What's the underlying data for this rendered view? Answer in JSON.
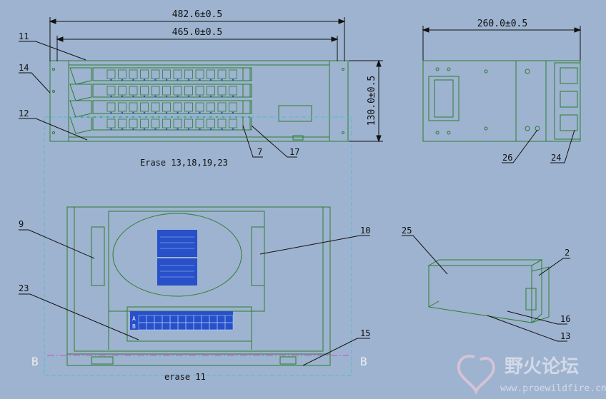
{
  "colors": {
    "background": "#9db3cf",
    "outline": "#2e7d32",
    "dim": "#111111",
    "hidden": "#56b8d8",
    "blue_panel": "#2850c8",
    "section": "#d04ad0"
  },
  "dimensions": {
    "overall_width": "482.6±0.5",
    "inner_width": "465.0±0.5",
    "height": "130.0±0.5",
    "depth": "260.0±0.5"
  },
  "callouts": {
    "c11": "11",
    "c14": "14",
    "c12": "12",
    "c7": "7",
    "c17": "17",
    "c26": "26",
    "c24": "24",
    "c9": "9",
    "c10": "10",
    "c23": "23",
    "c15": "15",
    "c25": "25",
    "c2": "2",
    "c16": "16",
    "c13": "13"
  },
  "notes": {
    "erase_front": "Erase 13,18,19,23",
    "erase_top": "erase 11"
  },
  "section": {
    "left": "B",
    "right": "B"
  },
  "panel": {
    "row_a": "A",
    "row_b": "B"
  },
  "watermark": {
    "title": "野火论坛",
    "url": "www.proewildfire.cn"
  },
  "icons": {
    "watermark_logo": "flame-heart-icon"
  }
}
